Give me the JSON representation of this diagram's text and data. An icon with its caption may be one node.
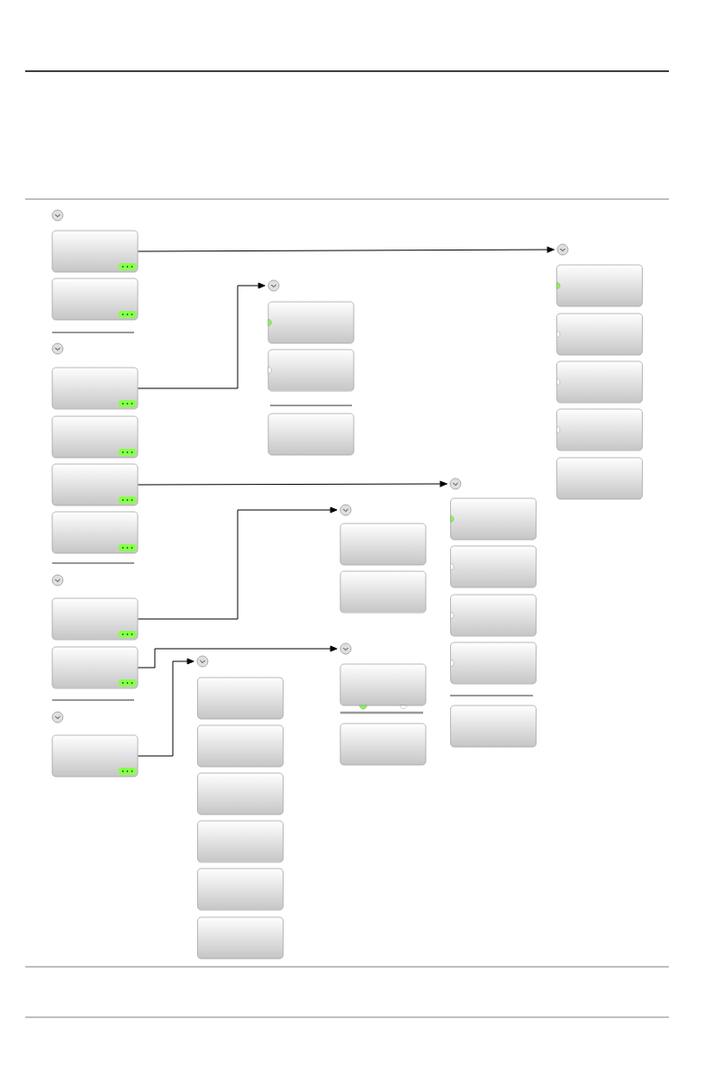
{
  "diagram": {
    "nodes": [
      {
        "text": [],
        "shape": "circle"
      },
      {
        "text": [],
        "shape": "box"
      },
      {
        "text": [],
        "shape": "box"
      },
      {
        "text": [],
        "shape": "circle"
      },
      {
        "text": [],
        "shape": "box"
      },
      {
        "text": [],
        "shape": "box"
      },
      {
        "text": [],
        "shape": "box"
      },
      {
        "text": [],
        "shape": "box"
      },
      {
        "text": [],
        "shape": "circle"
      },
      {
        "text": [],
        "shape": "box"
      },
      {
        "text": [],
        "shape": "box"
      },
      {
        "text": [],
        "shape": "circle"
      },
      {
        "text": [],
        "shape": "box"
      },
      {
        "text": [],
        "shape": "circle"
      },
      {
        "text": [],
        "shape": "box"
      },
      {
        "text": [],
        "shape": "box"
      },
      {
        "text": [],
        "shape": "box"
      },
      {
        "text": [],
        "shape": "box"
      },
      {
        "text": [],
        "shape": "box"
      },
      {
        "text": [],
        "shape": "box"
      },
      {
        "text": [],
        "shape": "circle"
      },
      {
        "text": [],
        "shape": "box"
      },
      {
        "text": [],
        "shape": "box"
      },
      {
        "text": [],
        "shape": "box"
      },
      {
        "text": [],
        "shape": "circle"
      },
      {
        "text": [],
        "shape": "box"
      },
      {
        "text": [],
        "shape": "box"
      },
      {
        "text": [],
        "shape": "circle"
      },
      {
        "text": [],
        "shape": "box"
      },
      {
        "text": [],
        "shape": "box"
      },
      {
        "text": [],
        "shape": "circle"
      },
      {
        "text": [],
        "shape": "box"
      },
      {
        "text": [],
        "shape": "box"
      },
      {
        "text": [],
        "shape": "box"
      },
      {
        "text": [],
        "shape": "box"
      },
      {
        "text": [],
        "shape": "box"
      },
      {
        "text": [],
        "shape": "circle"
      },
      {
        "text": [],
        "shape": "box"
      },
      {
        "text": [],
        "shape": "box"
      },
      {
        "text": [],
        "shape": "box"
      },
      {
        "text": [],
        "shape": "box"
      },
      {
        "text": [],
        "shape": "box"
      }
    ],
    "edges": [
      {
        "from": 1,
        "to": 36,
        "arrow": "to"
      },
      {
        "from": 4,
        "to": 20,
        "arrow": "to"
      },
      {
        "from": 6,
        "to": 30,
        "arrow": "to"
      },
      {
        "from": 9,
        "to": 24,
        "arrow": "to"
      },
      {
        "from": 10,
        "to": 27,
        "arrow": "to"
      },
      {
        "from": 12,
        "to": 13,
        "arrow": "to"
      }
    ]
  }
}
